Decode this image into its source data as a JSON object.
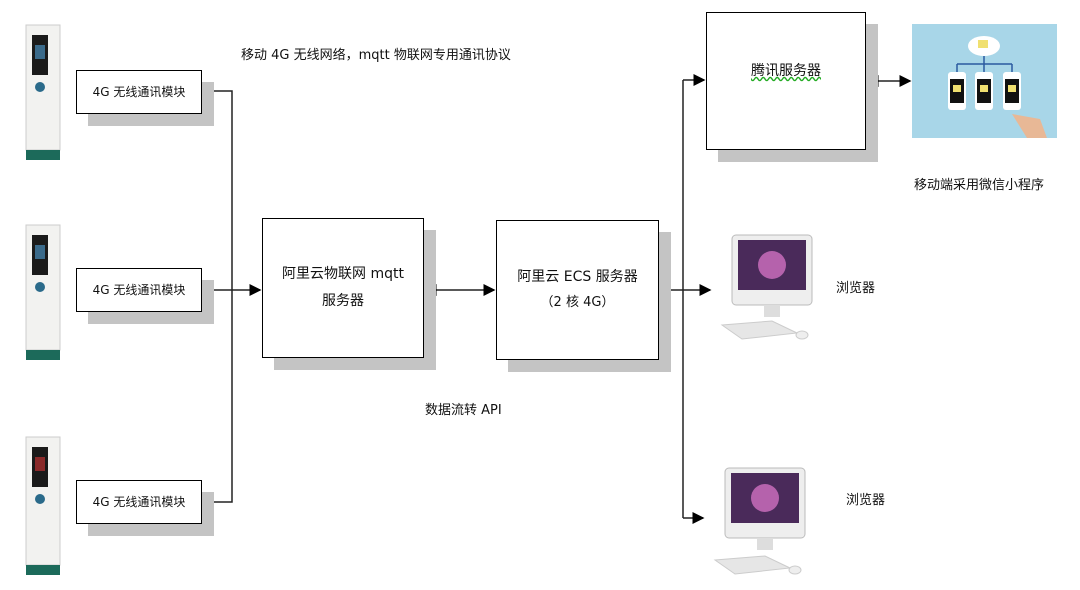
{
  "labels": {
    "network_caption": "移动 4G 无线网络，mqtt 物联网专用通讯协议",
    "module": [
      "4G 无线通讯模块",
      "4G 无线通讯模块",
      "4G 无线通讯模块"
    ],
    "iot_server": "阿里云物联网 mqtt 服务器",
    "ecs_server": "阿里云 ECS 服务器",
    "ecs_spec": "（2 核 4G）",
    "data_flow": "数据流转 API",
    "tencent_server": "腾讯服务器",
    "mobile_caption": "移动端采用微信小程序",
    "browser": [
      "浏览器",
      "浏览器"
    ]
  }
}
